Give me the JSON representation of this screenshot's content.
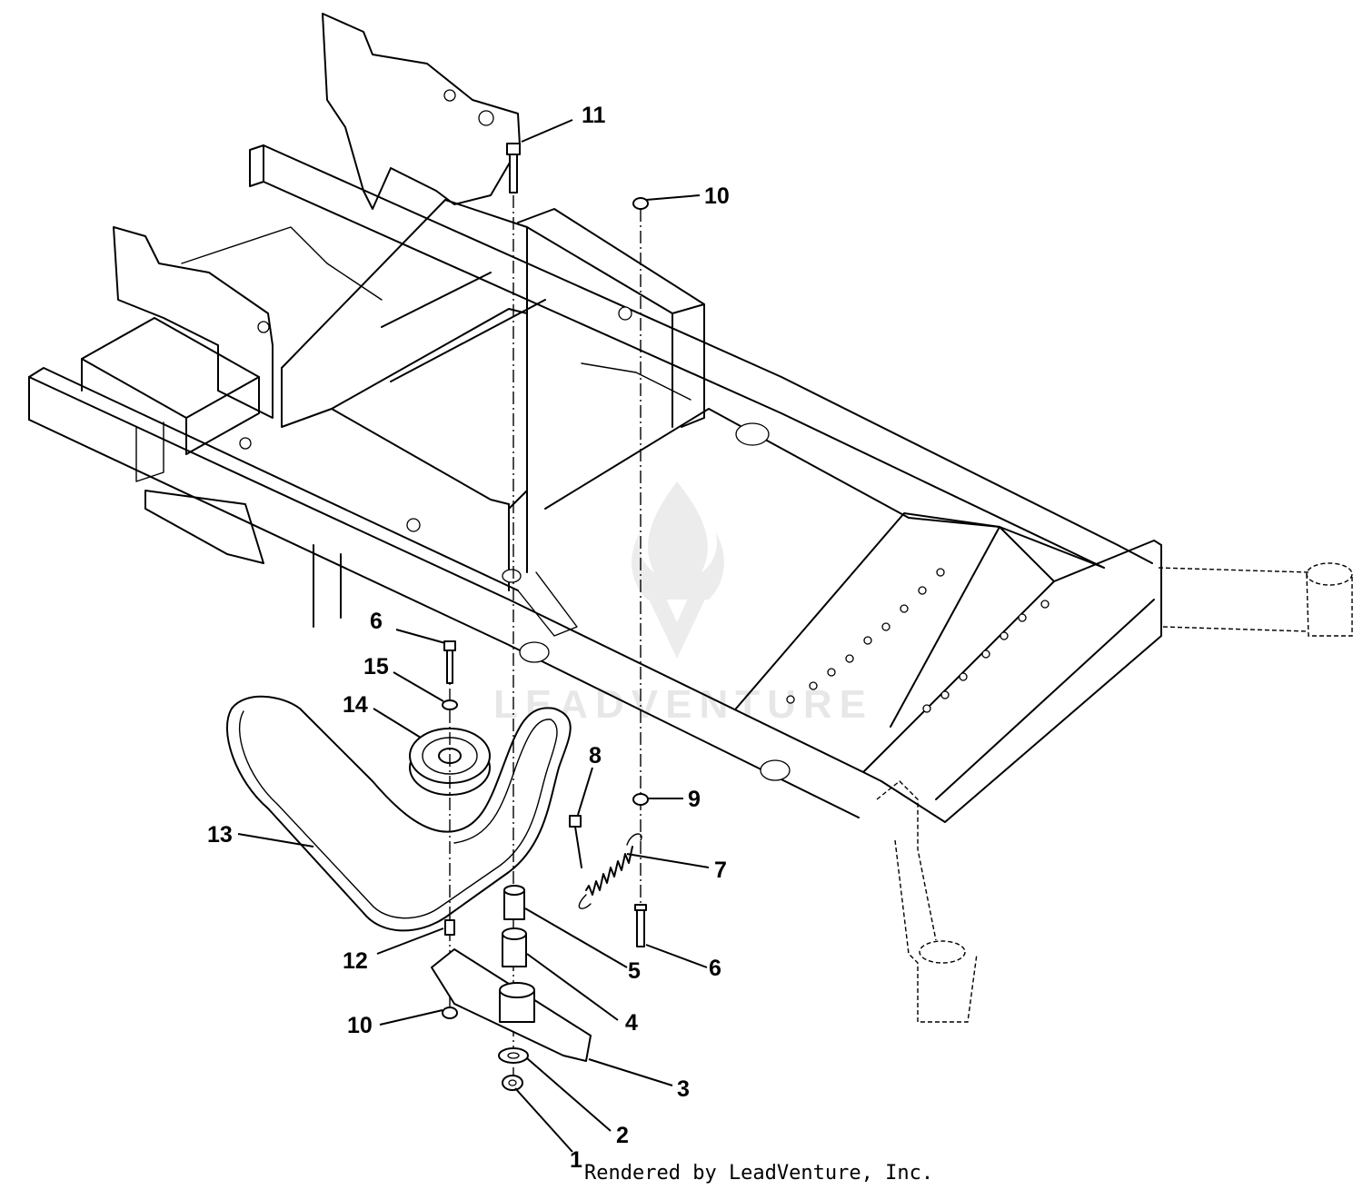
{
  "callouts": [
    {
      "id": "11",
      "label": "11"
    },
    {
      "id": "10a",
      "label": "10"
    },
    {
      "id": "6a",
      "label": "6"
    },
    {
      "id": "15",
      "label": "15"
    },
    {
      "id": "14",
      "label": "14"
    },
    {
      "id": "8",
      "label": "8"
    },
    {
      "id": "9",
      "label": "9"
    },
    {
      "id": "7",
      "label": "7"
    },
    {
      "id": "13",
      "label": "13"
    },
    {
      "id": "5",
      "label": "5"
    },
    {
      "id": "6b",
      "label": "6"
    },
    {
      "id": "12",
      "label": "12"
    },
    {
      "id": "4",
      "label": "4"
    },
    {
      "id": "10b",
      "label": "10"
    },
    {
      "id": "3",
      "label": "3"
    },
    {
      "id": "2",
      "label": "2"
    },
    {
      "id": "1",
      "label": "1"
    }
  ],
  "watermark": "LEADVENTURE",
  "footer": "Rendered by LeadVenture, Inc."
}
